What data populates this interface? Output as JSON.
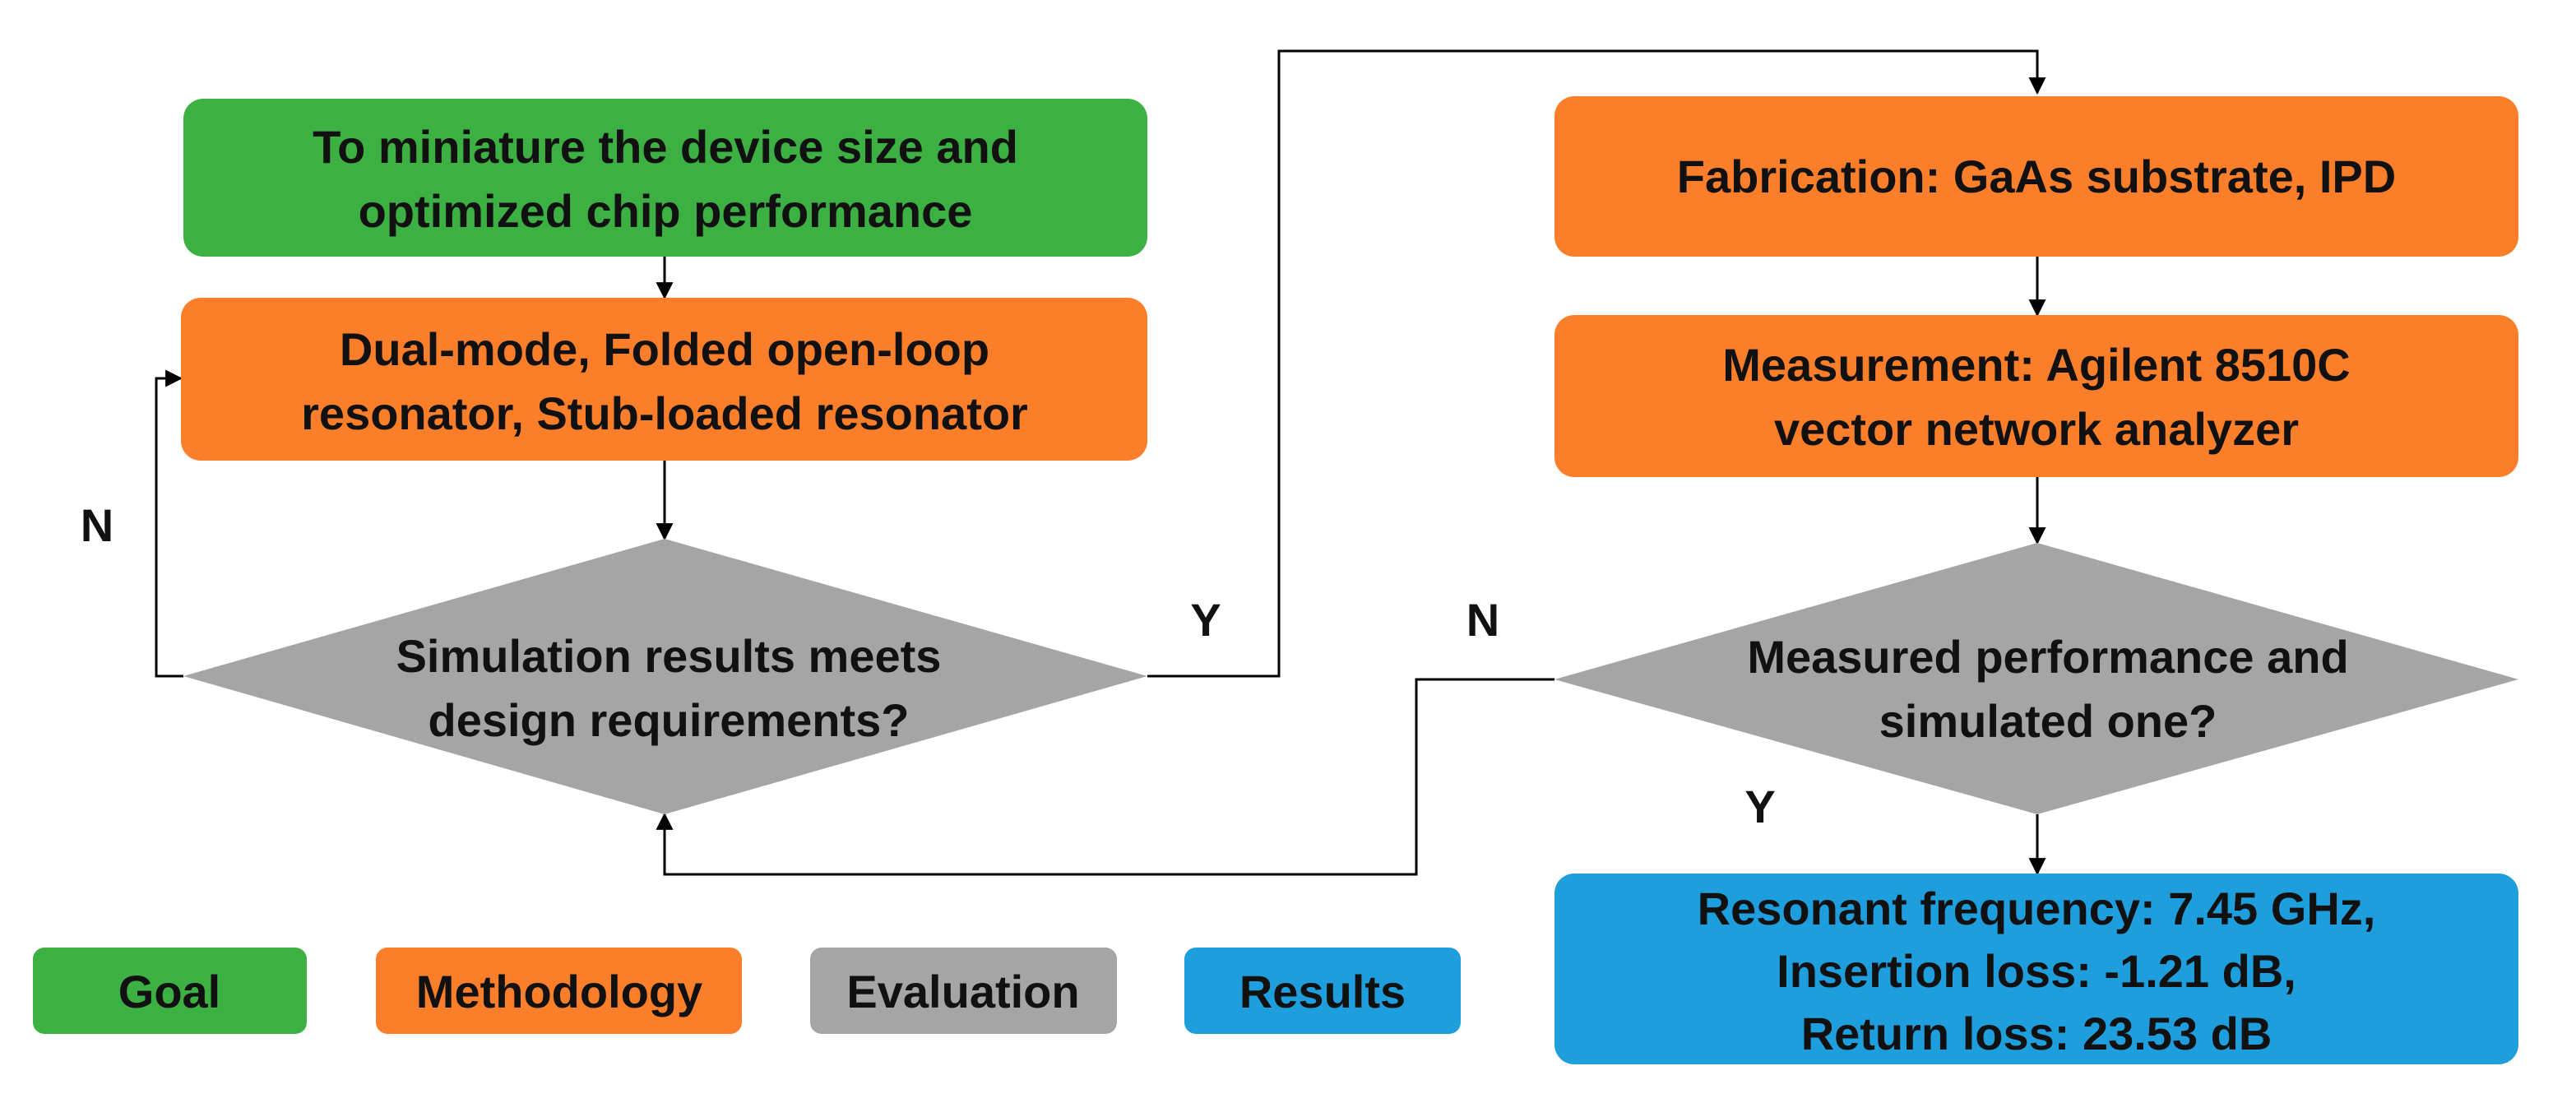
{
  "colors": {
    "goal": "#3cb043",
    "methodology": "#fb7f2a",
    "evaluation": "#a5a5a5",
    "results": "#1f9ede",
    "text": "#111111",
    "line": "#000000"
  },
  "nodes": {
    "goal": {
      "line1": "To miniature the device size and",
      "line2": "optimized chip performance"
    },
    "methodology_left": {
      "line1": "Dual-mode, Folded open-loop",
      "line2": "resonator, Stub-loaded resonator"
    },
    "simulation_decision": {
      "line1": "Simulation results meets",
      "line2": "design requirements?"
    },
    "fabrication": {
      "line1": "Fabrication: GaAs substrate, IPD"
    },
    "measurement": {
      "line1": "Measurement: Agilent 8510C",
      "line2": "vector network analyzer"
    },
    "measured_decision": {
      "line1": "Measured performance and",
      "line2": "simulated one?"
    },
    "results": {
      "line1": "Resonant frequency: 7.45 GHz,",
      "line2": "Insertion loss: -1.21 dB,",
      "line3": "Return loss: 23.53 dB"
    }
  },
  "edge_labels": {
    "sim_no": "N",
    "sim_yes": "Y",
    "measured_no": "N",
    "measured_yes": "Y"
  },
  "legend": {
    "goal": "Goal",
    "methodology": "Methodology",
    "evaluation": "Evaluation",
    "results": "Results"
  }
}
